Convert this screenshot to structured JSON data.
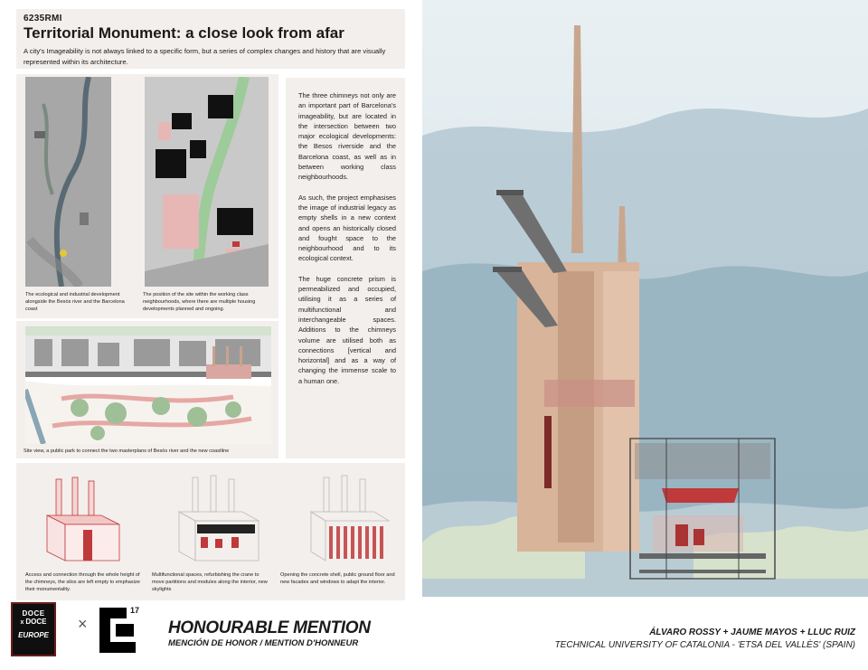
{
  "header": {
    "code": "6235RMI",
    "title": "Territorial Monument: a close look from afar",
    "intro": "A city's Imageability is not always linked to a specific form, but a series of complex changes and history that are visually represented within its architecture."
  },
  "maps": {
    "caption_1": "The ecological and industrial development alongside the Besòs river and the Barcelona coast",
    "caption_2": "The position of the site within the working class neighbourhoods, where there are multiple housing developments planned and ongoing."
  },
  "site": {
    "caption": "Site view, a public park to connect the two masterplans of Besòs river and the new coastline"
  },
  "text": {
    "p1": "The three chimneys not only are an important part of Barcelona's imageability, but are located in the intersection between two major ecological developments: the Besos riverside and the Barcelona coast, as well as in between working class neighbourhoods.",
    "p2": "As such, the project emphasises the image of industrial legacy as empty shells in a new context and opens an historically closed and fought space to the neighbourhood and to its ecological context.",
    "p3": "The huge concrete prism is permeabilized and occupied, utilising it as a series of multifunctional and interchangeable spaces. Additions to the chimneys volume are utilised both as connections [vertical and horizontal] and as a way of changing the immense scale to a human one."
  },
  "diagrams": {
    "caption_1": "Access and connection through the whole height of the chimneys, the silos are left empty to emphasize their monumentality.",
    "caption_2": "Multifunctional spaces, refurbishing the crane to move partitions and modules along the interior, new skylights",
    "caption_3": "Opening the concrete shell, public ground floor and new facades and windows to adapt the interior."
  },
  "footer": {
    "logo_doce_top": "DOCE",
    "logo_doce_x": "x",
    "logo_doce_mid": "DOCE",
    "logo_doce_bottom": "EUROPE",
    "times": "×",
    "e_number": "17",
    "award_title": "HONOURABLE MENTION",
    "award_sub": "MENCIÓN DE HONOR / MENTION D'HONNEUR",
    "authors": "ÁLVARO ROSSY + JAUME MAYOS + LLUC RUIZ",
    "university": "TECHNICAL UNIVERSITY OF CATALONIA - 'ETSA DEL VALLÈS' (SPAIN)"
  },
  "colors": {
    "panel": "#f3efec",
    "accent_red": "#c0393b",
    "concrete": "#d8b49a",
    "sky": "#d7e4ea"
  }
}
